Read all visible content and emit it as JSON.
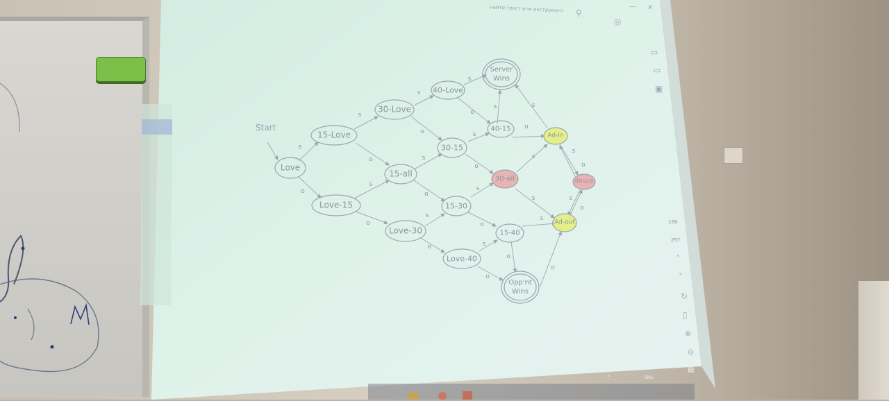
{
  "projected_window": {
    "search_placeholder": "найти текст или инструмент",
    "tray_numbers": [
      "156",
      "297"
    ],
    "taskbar_lang": "ENG"
  },
  "diagram": {
    "start_label": "Start",
    "nodes": [
      {
        "id": "love",
        "label": "Love",
        "fill": "none"
      },
      {
        "id": "15-love",
        "label": "15-Love",
        "fill": "none"
      },
      {
        "id": "love-15",
        "label": "Love-15",
        "fill": "none"
      },
      {
        "id": "30-love",
        "label": "30-Love",
        "fill": "none"
      },
      {
        "id": "15-all",
        "label": "15-all",
        "fill": "none"
      },
      {
        "id": "love-30",
        "label": "Love-30",
        "fill": "none"
      },
      {
        "id": "40-love",
        "label": "40-Love",
        "fill": "none"
      },
      {
        "id": "30-15",
        "label": "30-15",
        "fill": "none"
      },
      {
        "id": "15-30",
        "label": "15-30",
        "fill": "none"
      },
      {
        "id": "love-40",
        "label": "Love-40",
        "fill": "none"
      },
      {
        "id": "server-wins",
        "label": "Server Wins",
        "fill": "none"
      },
      {
        "id": "40-15",
        "label": "40-15",
        "fill": "none"
      },
      {
        "id": "30-all",
        "label": "30-all",
        "fill": "#e8b3b3"
      },
      {
        "id": "15-40",
        "label": "15-40",
        "fill": "none"
      },
      {
        "id": "oppnt-wins",
        "label": "Opp'nt Wins",
        "fill": "none"
      },
      {
        "id": "ad-in",
        "label": "Ad-In",
        "fill": "#e5ef8a"
      },
      {
        "id": "deuce",
        "label": "deuce",
        "fill": "#e8b3b3"
      },
      {
        "id": "ad-out",
        "label": "Ad-out",
        "fill": "#e5ef8a"
      }
    ],
    "edge_labels": [
      "s",
      "o"
    ]
  },
  "colors": {
    "screen": "#d9efe6",
    "node_stroke": "#9aa5b1",
    "text": "#8b95a1",
    "red_node": "#e8b3b3",
    "yellow_node": "#e5ef8a"
  }
}
